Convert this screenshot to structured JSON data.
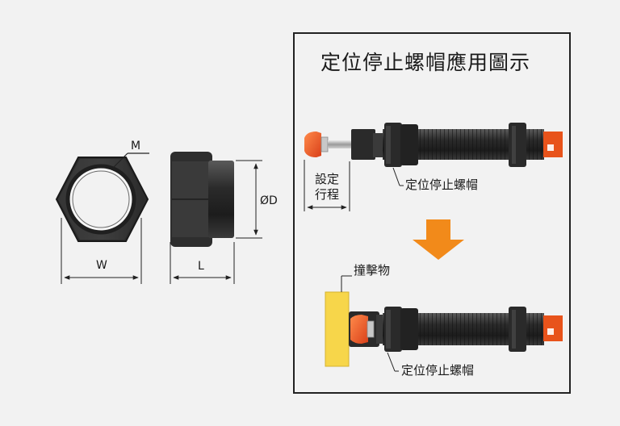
{
  "labels": {
    "m": "M",
    "d": "ØD",
    "w": "W",
    "l": "L"
  },
  "panel": {
    "title": "定位停止螺帽應用圖示",
    "stroke_setting_line1": "設定",
    "stroke_setting_line2": "行程",
    "stop_nut_top": "定位停止螺帽",
    "stop_nut_bottom": "定位停止螺帽",
    "impact_object": "撞擊物"
  },
  "colors": {
    "background": "#f2f2f2",
    "nut_dark": "#2f2f2f",
    "orange_cap": "#e8531b",
    "arrow_orange": "#f28a1a",
    "impact_yellow": "#f7d64a"
  }
}
